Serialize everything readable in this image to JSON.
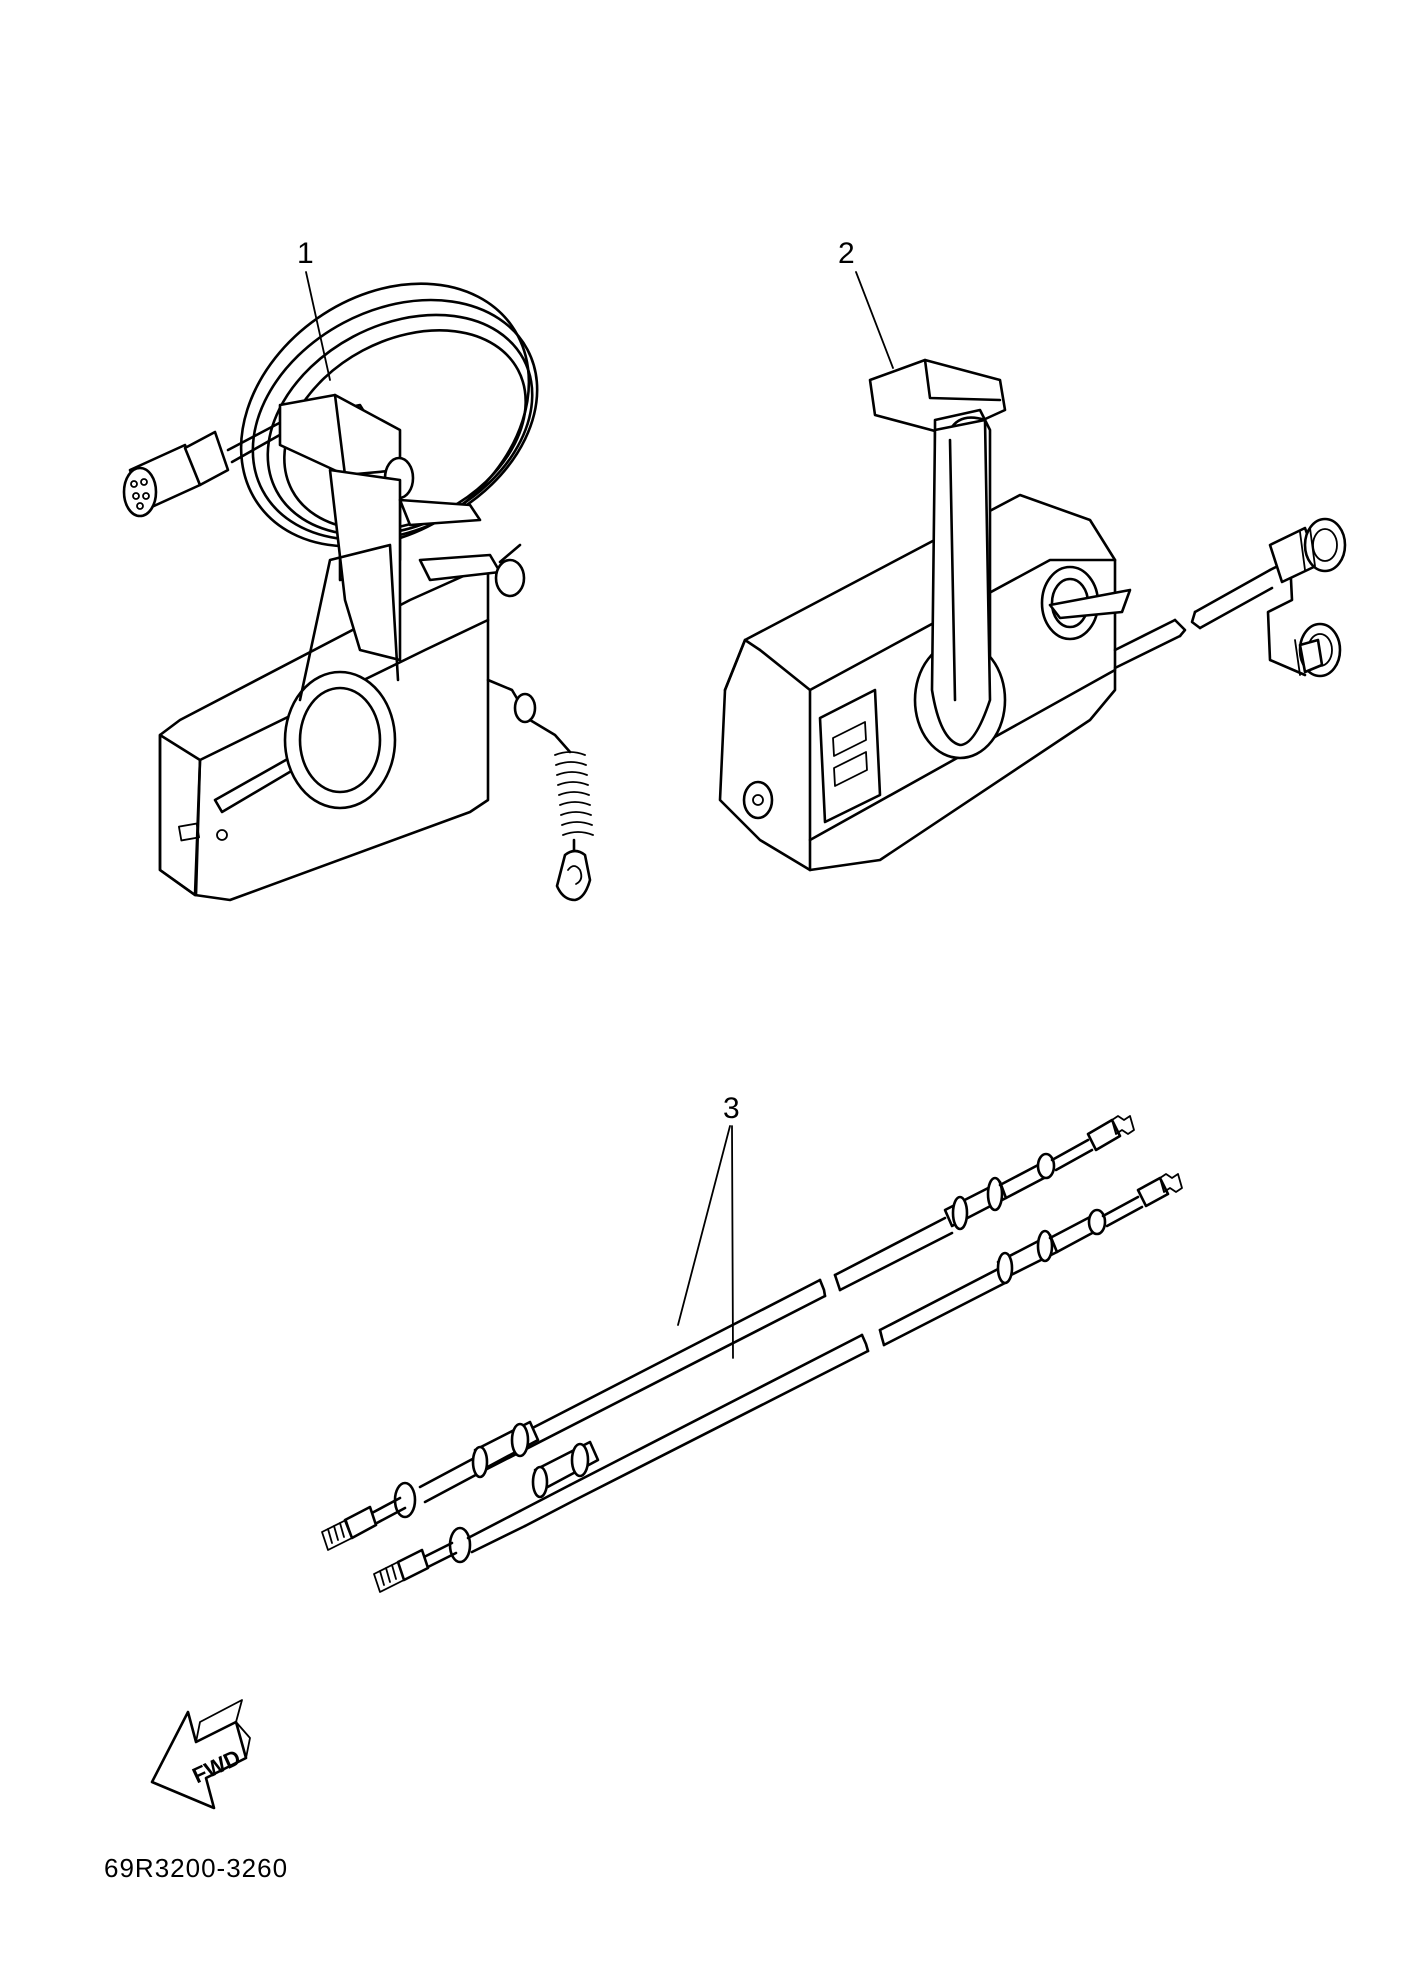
{
  "callouts": [
    {
      "id": "1",
      "label": "1"
    },
    {
      "id": "2",
      "label": "2"
    },
    {
      "id": "3",
      "label": "3"
    }
  ],
  "direction_indicator": {
    "label": "FWD",
    "icon": "forward-arrow-icon"
  },
  "diagram_code": "69R3200-3260"
}
